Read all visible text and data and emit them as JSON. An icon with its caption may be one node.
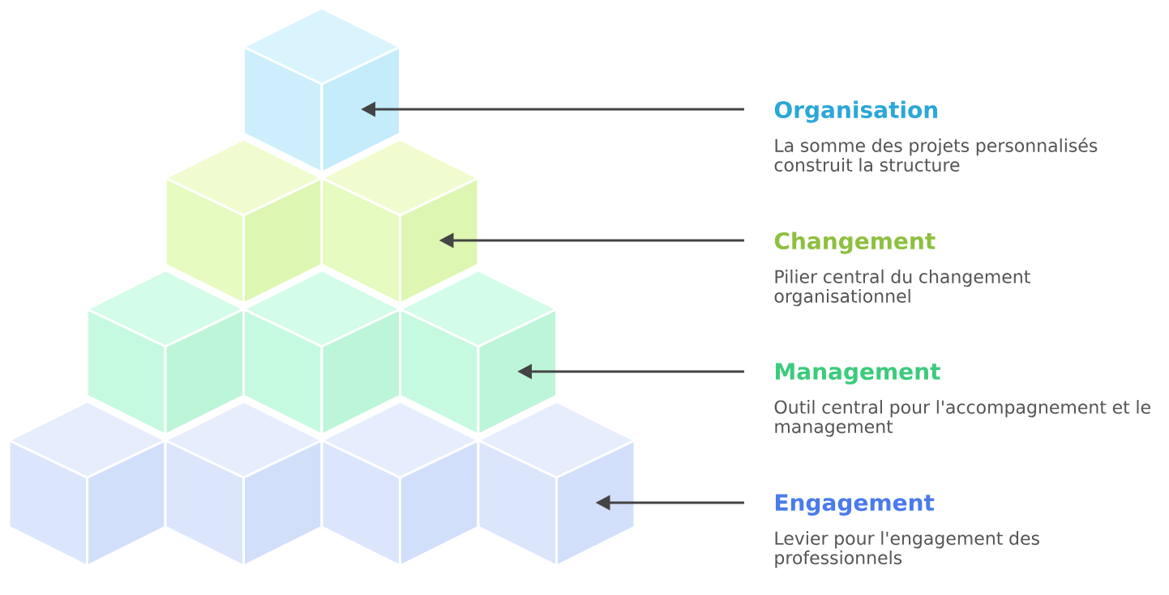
{
  "diagram": {
    "nodes": [
      {
        "text": [
          "Organisation",
          "La somme des projets personnalisés construit la structure"
        ]
      },
      {
        "text": [
          "Changement",
          "Pilier central du changement organisationnel"
        ]
      },
      {
        "text": [
          "Management",
          "Outil central pour l'accompagnement et le management"
        ]
      },
      {
        "text": [
          "Engagement",
          "Levier pour l'engagement des professionnels"
        ]
      },
      {
        "text": [],
        "shape": "cube"
      },
      {
        "text": [],
        "shape": "cube"
      },
      {
        "text": [],
        "shape": "cube"
      },
      {
        "text": [],
        "shape": "cube"
      },
      {
        "text": [],
        "shape": "cube"
      },
      {
        "text": [],
        "shape": "cube"
      },
      {
        "text": [],
        "shape": "cube"
      },
      {
        "text": [],
        "shape": "cube"
      },
      {
        "text": [],
        "shape": "cube"
      },
      {
        "text": [],
        "shape": "cube"
      }
    ],
    "edges": [
      {
        "from": 0,
        "to": 4,
        "arrow": "to"
      },
      {
        "from": 1,
        "to": 6,
        "arrow": "to"
      },
      {
        "from": 2,
        "to": 9,
        "arrow": "to"
      },
      {
        "from": 3,
        "to": 13,
        "arrow": "to"
      }
    ]
  }
}
